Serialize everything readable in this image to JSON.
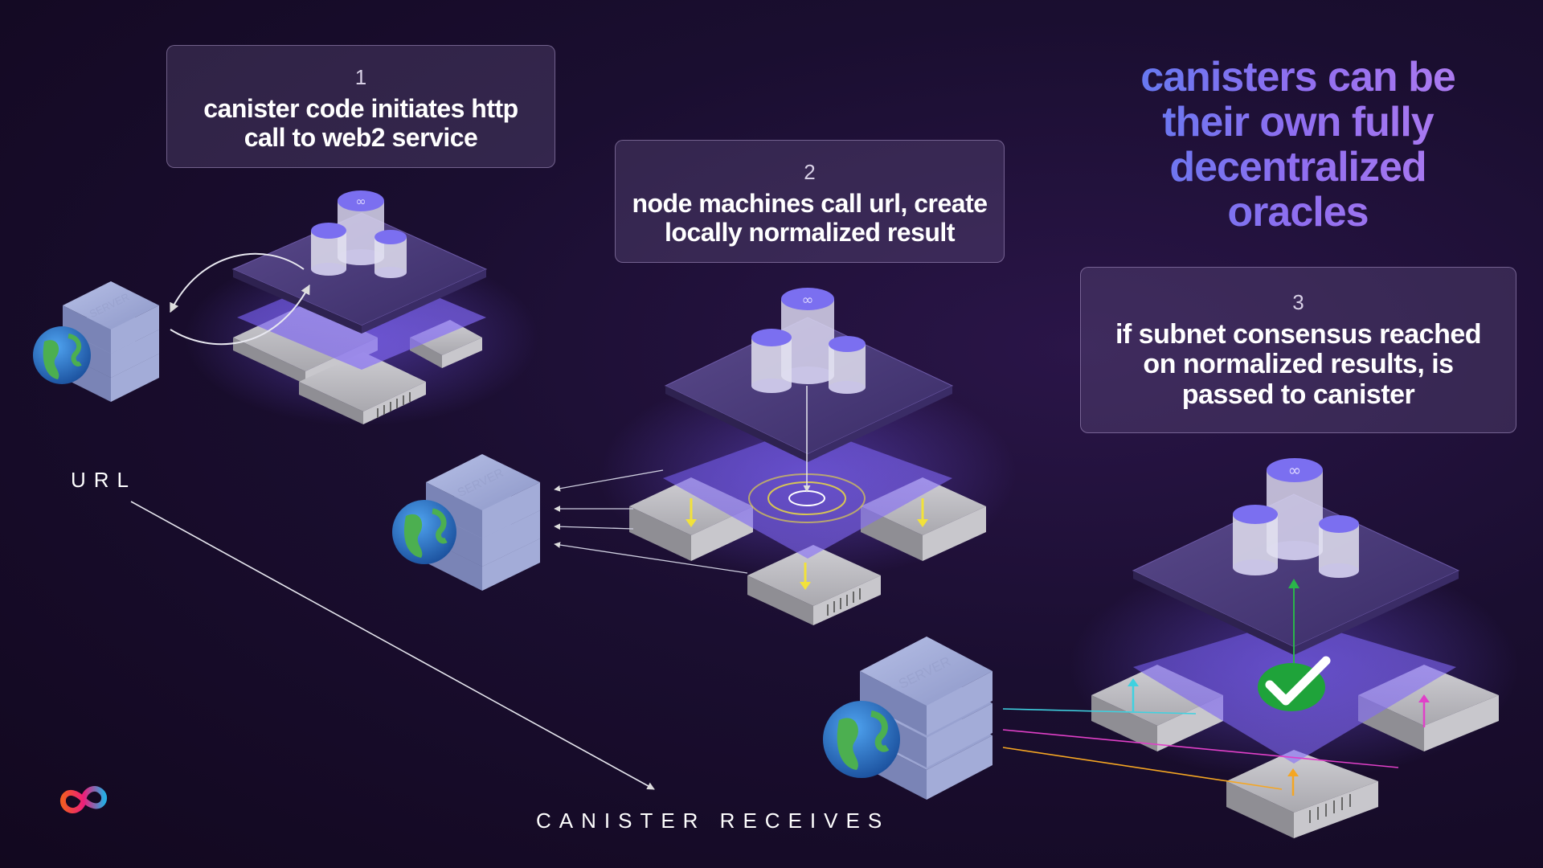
{
  "headline": {
    "line1": "canisters can be",
    "line2": "their own fully",
    "line3": "decentralized",
    "line4": "oracles"
  },
  "steps": [
    {
      "number": "1",
      "line1": "canister code initiates http",
      "line2": "call to web2 service"
    },
    {
      "number": "2",
      "line1": "node machines call url, create",
      "line2": "locally normalized result"
    },
    {
      "number": "3",
      "line1": "if subnet consensus reached",
      "line2": "on normalized results, is",
      "line3": "passed to canister"
    }
  ],
  "labels": {
    "url": "URL",
    "canister_receives": "CANISTER RECEIVES",
    "server": "SERVER"
  },
  "icons": [
    "globe-icon",
    "server-stack-icon",
    "canister-icon",
    "subnet-chip-icon",
    "node-machine-icon",
    "checkmark-icon",
    "infinity-logo-icon"
  ],
  "colors": {
    "background": "#1a0e30",
    "headline_start": "#5a7cf0",
    "headline_end": "#b57ef0",
    "chip_purple": "#6b4fd8",
    "node_gray": "#b9b8bd",
    "consensus_green": "#1fa33a",
    "result_yellow": "#f2e23a"
  }
}
